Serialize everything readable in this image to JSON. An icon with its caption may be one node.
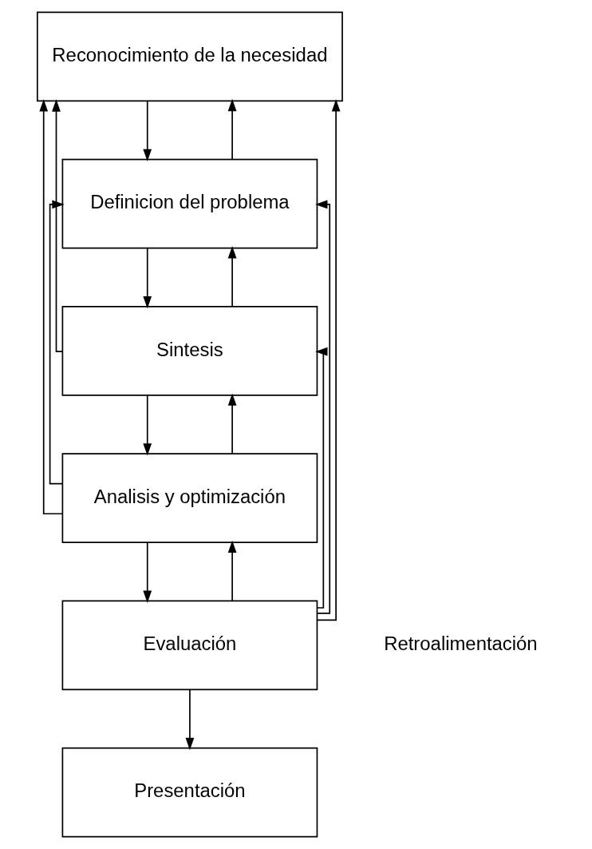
{
  "diagram": {
    "nodes": [
      {
        "text": [
          "Reconocimiento de la necesidad"
        ]
      },
      {
        "text": [
          "Definicion del problema"
        ]
      },
      {
        "text": [
          "Sintesis"
        ]
      },
      {
        "text": [
          "Analisis y optimización"
        ]
      },
      {
        "text": [
          "Evaluación"
        ]
      },
      {
        "text": [
          "Presentación"
        ]
      }
    ],
    "edges": [
      {
        "from": 0,
        "to": 1,
        "arrow": "to"
      },
      {
        "from": 1,
        "to": 2,
        "arrow": "to"
      },
      {
        "from": 2,
        "to": 3,
        "arrow": "to"
      },
      {
        "from": 3,
        "to": 4,
        "arrow": "to"
      },
      {
        "from": 4,
        "to": 5,
        "arrow": "to"
      },
      {
        "from": 1,
        "to": 0,
        "arrow": "to"
      },
      {
        "from": 3,
        "to": 0,
        "arrow": "to"
      },
      {
        "from": 3,
        "to": 1,
        "arrow": "to"
      },
      {
        "from": 4,
        "to": 1,
        "arrow": "to"
      },
      {
        "from": 2,
        "to": 1,
        "arrow": "to"
      },
      {
        "from": 2,
        "to": 0,
        "arrow": "to"
      },
      {
        "from": 3,
        "to": 2,
        "arrow": "to"
      },
      {
        "from": 4,
        "to": 3,
        "arrow": "to"
      },
      {
        "from": 4,
        "to": 2,
        "arrow": "to"
      },
      {
        "from": 4,
        "to": 0,
        "arrow": "to"
      }
    ],
    "labels": [
      "Retroalimentación"
    ]
  }
}
